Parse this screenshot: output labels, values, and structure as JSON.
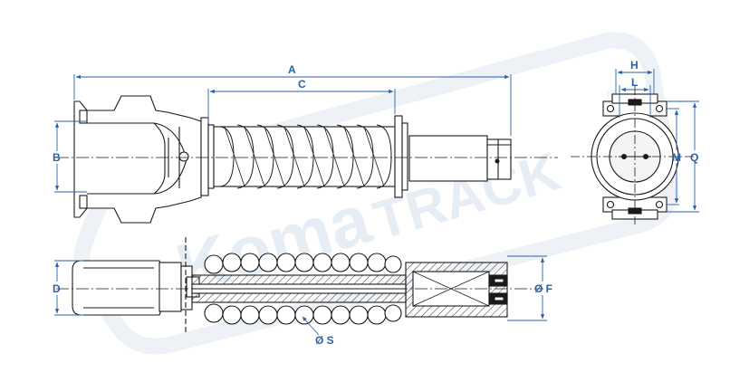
{
  "watermark": {
    "brand_left": "Koma",
    "brand_right": "TRACK",
    "registered_mark": "®"
  },
  "dimensions": {
    "A": "A",
    "B": "B",
    "C": "C",
    "D": "D",
    "H": "H",
    "L": "L",
    "M": "M",
    "Q": "Q",
    "F": "Ø F",
    "S": "Ø S"
  },
  "colors": {
    "dimension": "#2a62a8",
    "outline": "#1a1a1a",
    "watermark": "#e6edf5"
  }
}
